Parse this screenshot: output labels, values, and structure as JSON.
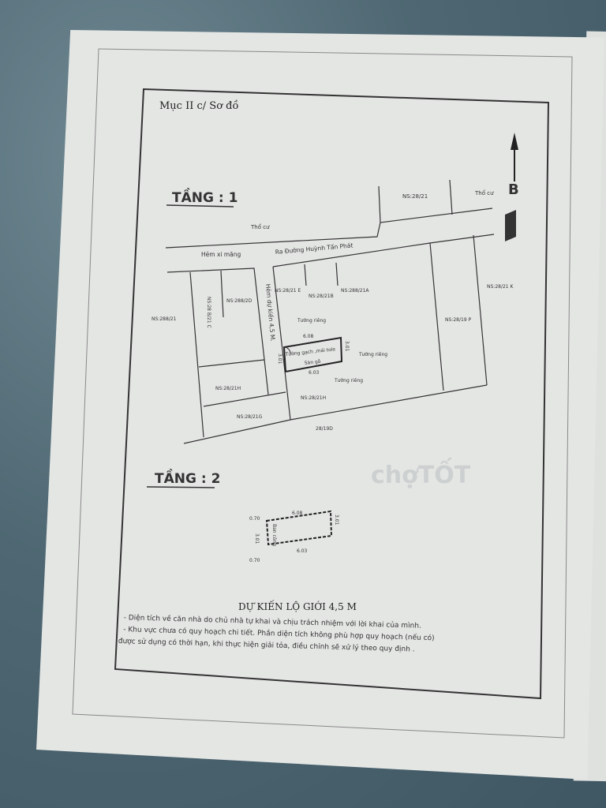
{
  "section_title": "Mục II c/ Sơ đồ",
  "floor1": {
    "heading": "TẦNG : 1",
    "north_label": "B",
    "labels": {
      "tho_cu_top": "Thổ cư",
      "tho_cu_right": "Thổ cư",
      "ns_28_21": "NS:28/21",
      "hem_xi_mang": "Hẻm xi măng",
      "ra_duong": "Ra Đường Huỳnh Tấn Phát",
      "ns_28_21e": "NS:28/21 E",
      "ns_28_21b": "NS:28/21B",
      "ns_288_21a": "NS:288/21A",
      "ns_28_21k": "NS:28/21 K",
      "ns_288_2d": "NS:288/2D",
      "ns_28_b21c": "NS:28 B/21 C",
      "ns_288_21": "NS:288/21",
      "hem_du_kien": "Hẻm dự kiến 4,5 M.",
      "ns_28_19p": "NS:28/19 P",
      "tuong_rieng_top": "Tường riêng",
      "tuong_rieng_right": "Tường riêng",
      "tuong_rieng_bottom": "Tường riêng",
      "house_desc1": "Tường gạch ,mái tole",
      "house_desc2": "Sàn gỗ",
      "dim_top": "6.08",
      "dim_bottom": "6.03",
      "dim_left": "3.01",
      "dim_right": "3.01",
      "ns_28_21h_left": "NS:28/21H",
      "ns_28_21h": "NS:28/21H",
      "ns_28_21g": "NS:28/21G",
      "lot_28_19d": "28/19D"
    }
  },
  "floor2": {
    "heading": "TẦNG : 2",
    "dim_top": "6.08",
    "dim_bottom": "6.03",
    "dim_left": "3.01",
    "dim_right": "3.01",
    "dim_offset_top": "0.70",
    "dim_offset_bottom": "0.70",
    "balcony": "Ban công"
  },
  "road_boundary": "DỰ KIẾN LỘ GIỚI  4,5 M",
  "notes": [
    "- Diện tích về căn nhà do chủ nhà tự khai và chịu trách nhiệm với lời khai của mình.",
    "- Khu vực chưa có quy hoạch chi tiết. Phần diện tích không phù hợp quy hoạch (nếu có)",
    "được sử dụng có thời hạn, khi thực hiện giải tỏa, điều chỉnh sẽ xử lý theo quy định ."
  ],
  "watermark": "chợTỐT"
}
